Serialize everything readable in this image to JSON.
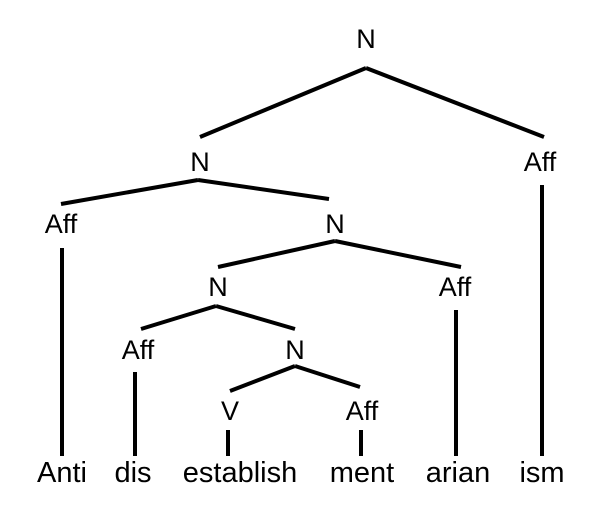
{
  "tree": {
    "nodes": [
      {
        "id": "n_root",
        "label": "N"
      },
      {
        "id": "n_left",
        "label": "N"
      },
      {
        "id": "aff_ism",
        "label": "Aff"
      },
      {
        "id": "aff_anti",
        "label": "Aff"
      },
      {
        "id": "n_mid",
        "label": "N"
      },
      {
        "id": "n_inner",
        "label": "N"
      },
      {
        "id": "aff_arian",
        "label": "Aff"
      },
      {
        "id": "aff_dis",
        "label": "Aff"
      },
      {
        "id": "n_low",
        "label": "N"
      },
      {
        "id": "v_establish",
        "label": "V"
      },
      {
        "id": "aff_ment",
        "label": "Aff"
      }
    ],
    "edges": [
      [
        "n_root",
        "n_left"
      ],
      [
        "n_root",
        "aff_ism"
      ],
      [
        "n_left",
        "aff_anti"
      ],
      [
        "n_left",
        "n_mid"
      ],
      [
        "n_mid",
        "n_inner"
      ],
      [
        "n_mid",
        "aff_arian"
      ],
      [
        "n_inner",
        "aff_dis"
      ],
      [
        "n_inner",
        "n_low"
      ],
      [
        "n_low",
        "v_establish"
      ],
      [
        "n_low",
        "aff_ment"
      ]
    ],
    "words": [
      {
        "id": "w_anti",
        "text": "Anti",
        "parent": "aff_anti"
      },
      {
        "id": "w_dis",
        "text": "dis",
        "parent": "aff_dis"
      },
      {
        "id": "w_establish",
        "text": "establish",
        "parent": "v_establish"
      },
      {
        "id": "w_ment",
        "text": "ment",
        "parent": "aff_ment"
      },
      {
        "id": "w_arian",
        "text": "arian",
        "parent": "aff_arian"
      },
      {
        "id": "w_ism",
        "text": "ism",
        "parent": "aff_ism"
      }
    ]
  }
}
